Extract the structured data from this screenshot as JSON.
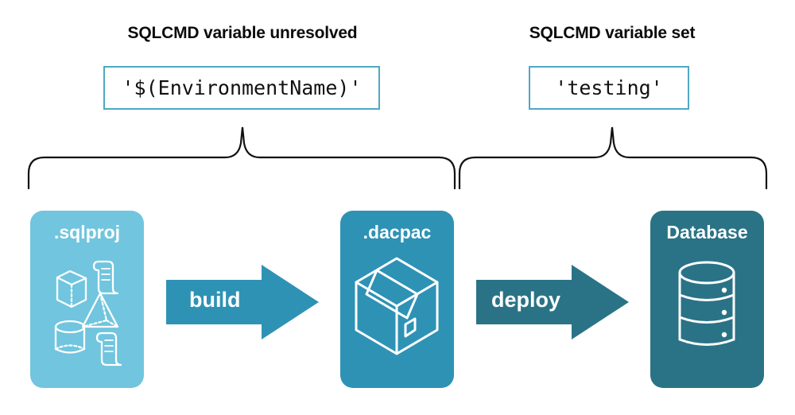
{
  "diagram": {
    "title_left": "SQLCMD variable unresolved",
    "title_right": "SQLCMD variable set",
    "code_left": "'$(EnvironmentName)'",
    "code_right": "'testing'",
    "stages": [
      {
        "label": ".sqlproj",
        "icon": "project-artifacts-icon",
        "color": "#71C5DE"
      },
      {
        "label": ".dacpac",
        "icon": "package-box-icon",
        "color": "#2E92B5"
      },
      {
        "label": "Database",
        "icon": "database-cylinder-icon",
        "color": "#2A7386"
      }
    ],
    "arrows": [
      {
        "label": "build",
        "icon": "right-arrow-icon",
        "color": "#2E92B5"
      },
      {
        "label": "deploy",
        "icon": "right-arrow-icon",
        "color": "#2A7386"
      }
    ],
    "braces": [
      {
        "name": "brace-left",
        "spans": "sqlproj-to-dacpac"
      },
      {
        "name": "brace-right",
        "spans": "dacpac-to-database"
      }
    ],
    "colors": {
      "light_teal": "#71C5DE",
      "mid_teal": "#2E92B5",
      "dark_teal": "#2A7386",
      "code_border": "#4FA8C4",
      "text": "#0b0b0b",
      "background": "#ffffff"
    }
  }
}
